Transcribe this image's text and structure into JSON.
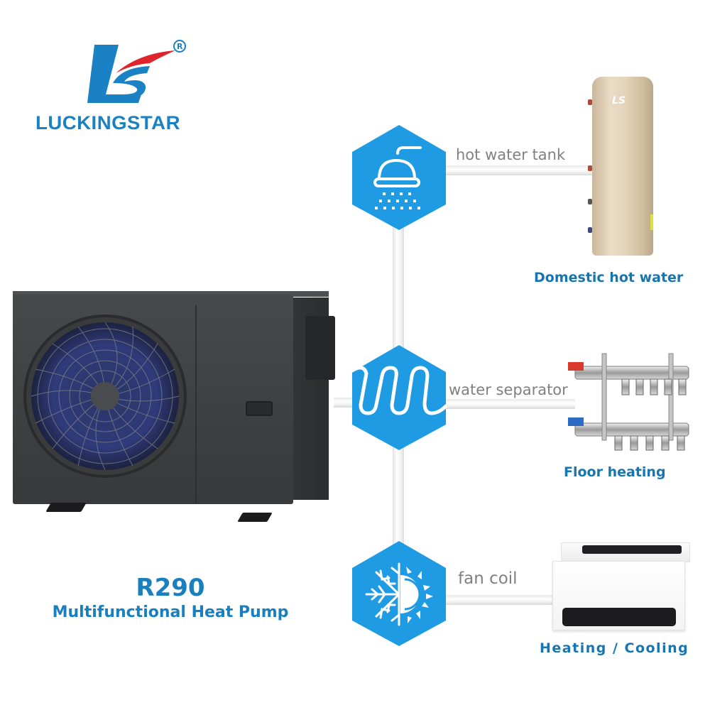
{
  "brand": {
    "name": "LUCKINGSTAR",
    "registered_mark": "®",
    "colors": {
      "blue": "#1a82c4",
      "red": "#e0242c"
    }
  },
  "product": {
    "title": "R290",
    "subtitle": "Multifunctional Heat Pump",
    "image": "air-source-heat-pump-unit"
  },
  "connections": [
    {
      "icon": "shower-icon",
      "connector_label": "hot water tank",
      "caption": "Domestic hot water",
      "image": "hot-water-tank"
    },
    {
      "icon": "floor-heating-coil-icon",
      "connector_label": "water separator",
      "caption": "Floor heating",
      "image": "water-manifold"
    },
    {
      "icon": "snowflake-sun-icon",
      "connector_label": "fan coil",
      "caption": "Heating / Cooling",
      "image": "fan-coil-unit"
    }
  ],
  "colors": {
    "hex_blue": "#1e9be3",
    "caption_blue": "#1775b0",
    "label_gray": "#808080"
  }
}
